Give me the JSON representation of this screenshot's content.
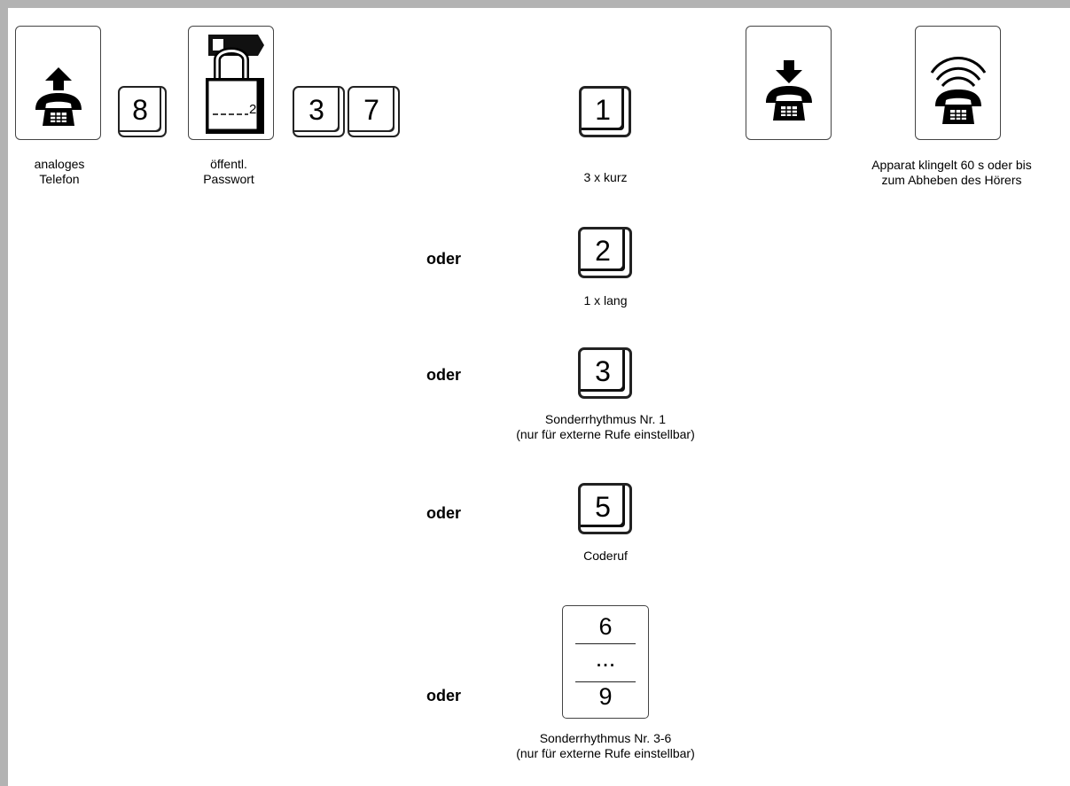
{
  "top_row": {
    "phone_up_icon": "handset-lift-icon",
    "caption_analog": [
      "analoges",
      "Telefon"
    ],
    "key_8": "8",
    "lock_icon": "padlock-password-icon",
    "lock_digit": "2",
    "caption_password": [
      "öffentl.",
      "Passwort"
    ],
    "key_3": "3",
    "key_7": "7",
    "phone_down_icon": "handset-hangup-icon",
    "ringing_icon": "phone-ringing-icon",
    "caption_ringing": [
      "Apparat klingelt 60 s oder bis",
      "zum Abheben des Hörers"
    ]
  },
  "options": [
    {
      "key": "1",
      "caption": [
        "3 x kurz"
      ]
    },
    {
      "prefix": "oder",
      "key": "2",
      "caption": [
        "1 x lang"
      ]
    },
    {
      "prefix": "oder",
      "key": "3",
      "caption": [
        "Sonderrhythmus Nr. 1",
        "(nur für externe Rufe einstellbar)"
      ]
    },
    {
      "prefix": "oder",
      "key": "5",
      "caption": [
        "Coderuf"
      ]
    },
    {
      "prefix": "oder",
      "range_top": "6",
      "range_mid": "...",
      "range_bottom": "9",
      "caption": [
        "Sonderrhythmus Nr. 3-6",
        "(nur für externe Rufe einstellbar)"
      ]
    }
  ],
  "colors": {
    "frame": "#b3b3b3",
    "ink": "#000000"
  }
}
